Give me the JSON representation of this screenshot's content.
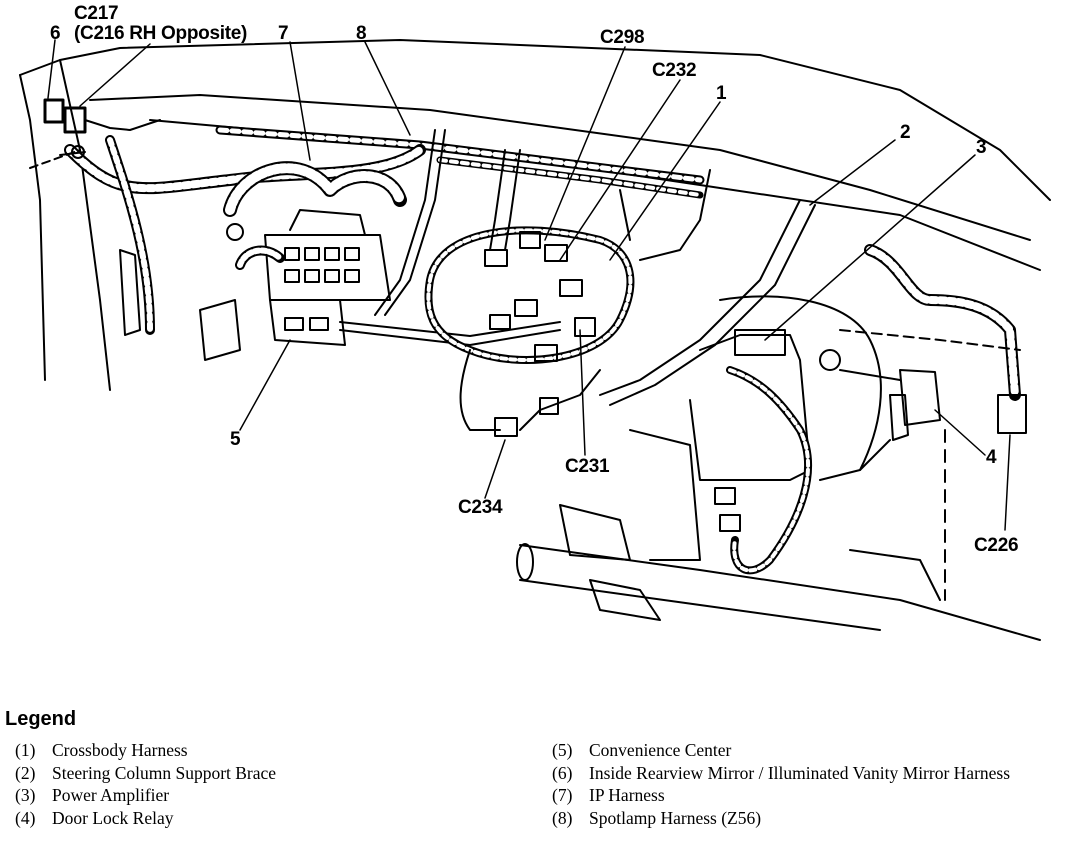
{
  "callouts": {
    "c217": "C217",
    "c217_note": "(C216 RH Opposite)",
    "n6": "6",
    "n7": "7",
    "n8": "8",
    "c298": "C298",
    "c232": "C232",
    "n1": "1",
    "n2": "2",
    "n3": "3",
    "n5": "5",
    "c231": "C231",
    "c234": "C234",
    "n4": "4",
    "c226": "C226"
  },
  "legend": {
    "title": "Legend",
    "left": [
      {
        "num": "(1)",
        "text": "Crossbody Harness"
      },
      {
        "num": "(2)",
        "text": "Steering Column Support Brace"
      },
      {
        "num": "(3)",
        "text": "Power Amplifier"
      },
      {
        "num": "(4)",
        "text": "Door Lock Relay"
      }
    ],
    "right": [
      {
        "num": "(5)",
        "text": "Convenience Center"
      },
      {
        "num": "(6)",
        "text": "Inside Rearview Mirror / Illuminated Vanity Mirror Harness"
      },
      {
        "num": "(7)",
        "text": "IP Harness"
      },
      {
        "num": "(8)",
        "text": "Spotlamp Harness (Z56)"
      }
    ]
  }
}
